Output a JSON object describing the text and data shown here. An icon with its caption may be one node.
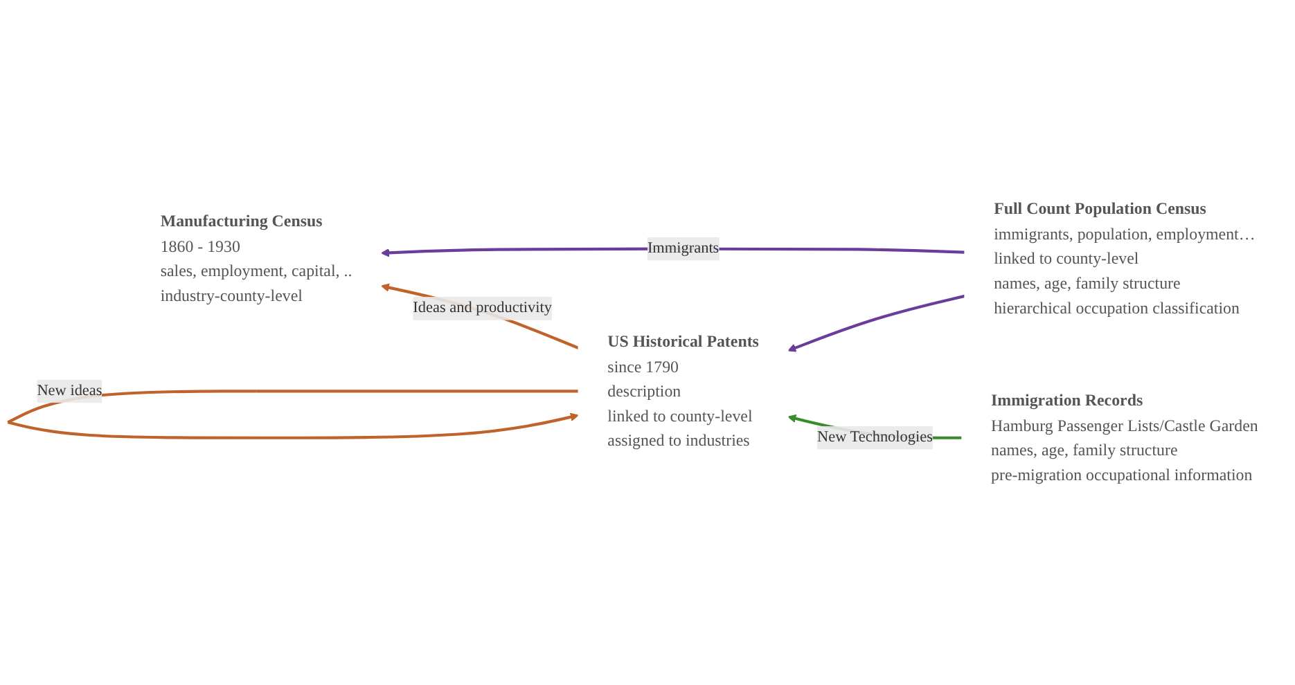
{
  "diagram": {
    "nodes": [
      {
        "text": [
          "Manufacturing Census",
          "1860 - 1930",
          "sales, employment, capital, ..",
          "industry-county-level"
        ]
      },
      {
        "text": [
          "Full Count Population Census",
          "immigrants, population, employment…",
          "linked to county-level",
          "names, age, family structure",
          "hierarchical occupation classification"
        ]
      },
      {
        "text": [
          "US Historical Patents",
          "since 1790",
          "description",
          "linked to county-level",
          "assigned to industries"
        ]
      },
      {
        "text": [
          "Immigration Records",
          "Hamburg Passenger Lists/Castle Garden",
          "names, age, family structure",
          "pre-migration occupational information"
        ]
      }
    ],
    "edges": [
      {
        "from": 2,
        "to": 0,
        "arrow": "to",
        "label": "Ideas and productivity",
        "color": "#c0632a"
      },
      {
        "from": 1,
        "to": 0,
        "arrow": "to",
        "label": "Immigrants",
        "color": "#6a3d9a"
      },
      {
        "from": 1,
        "to": 2,
        "arrow": "to",
        "color": "#6a3d9a"
      },
      {
        "from": 2,
        "to": 2,
        "arrow": "to",
        "label": "New ideas",
        "color": "#c0632a"
      },
      {
        "from": 3,
        "to": 2,
        "arrow": "to",
        "label": "New Technologies",
        "color": "#3a8a2e"
      }
    ]
  }
}
